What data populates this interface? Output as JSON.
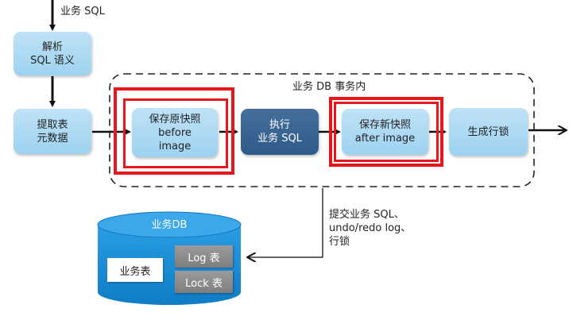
{
  "top_label": "业务 SQL",
  "db_boundary_label": "业务 DB 事务内",
  "nodes": {
    "parse": "解析\nSQL 语义",
    "extract": "提取表\n元数据",
    "before_image": "保存原快照\nbefore\nimage",
    "execute": "执行\n业务 SQL",
    "after_image": "保存新快照\nafter image",
    "row_lock": "生成行锁"
  },
  "commit_label": "提交业务 SQL、\nundo/redo log、\n行锁",
  "database": {
    "title": "业务DB",
    "business_table": "业务表",
    "log_table": "Log 表",
    "lock_table": "Lock 表"
  },
  "colors": {
    "light_box": "#a8d6f2",
    "dark_box": "#3a6591",
    "highlight": "#e5171c",
    "database": "#1a8fd8",
    "grey_table": "#8a8a8a"
  }
}
